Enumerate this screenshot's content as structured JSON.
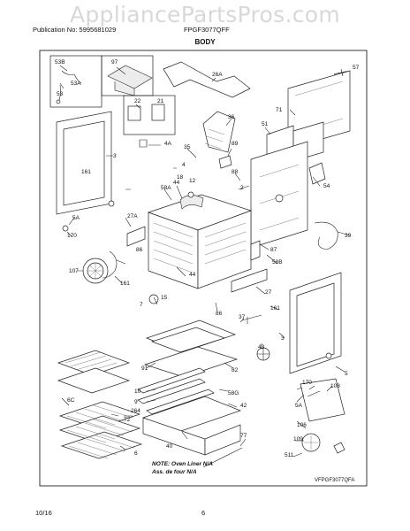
{
  "header": {
    "watermark": "AppliancePartsPros.com",
    "publication": "Publication No: 5995681029",
    "model": "FPGF3077QFF",
    "section_title": "BODY"
  },
  "footer": {
    "date": "10/16",
    "page": "6"
  },
  "diagram": {
    "callouts": [
      "53B",
      "97",
      "57",
      "53",
      "53A",
      "26A",
      "71",
      "22",
      "21",
      "36",
      "51",
      "4A",
      "35",
      "89",
      "3",
      "4",
      "161",
      "44",
      "18",
      "58A",
      "88",
      "12",
      "2",
      "54",
      "5A",
      "170",
      "27A",
      "39",
      "87",
      "58B",
      "107",
      "86",
      "161",
      "44",
      "86",
      "15",
      "27",
      "7",
      "161",
      "37",
      "43",
      "3",
      "91",
      "82",
      "10",
      "9",
      "58G",
      "42",
      "6C",
      "264",
      "72",
      "5A",
      "170",
      "108",
      "40",
      "77",
      "5",
      "6",
      "106",
      "109",
      "511"
    ],
    "note_line1": "NOTE: Oven Liner N/A",
    "note_line2": "Ass. de four N/A",
    "figure_code": "VFPGF3077QFA"
  }
}
